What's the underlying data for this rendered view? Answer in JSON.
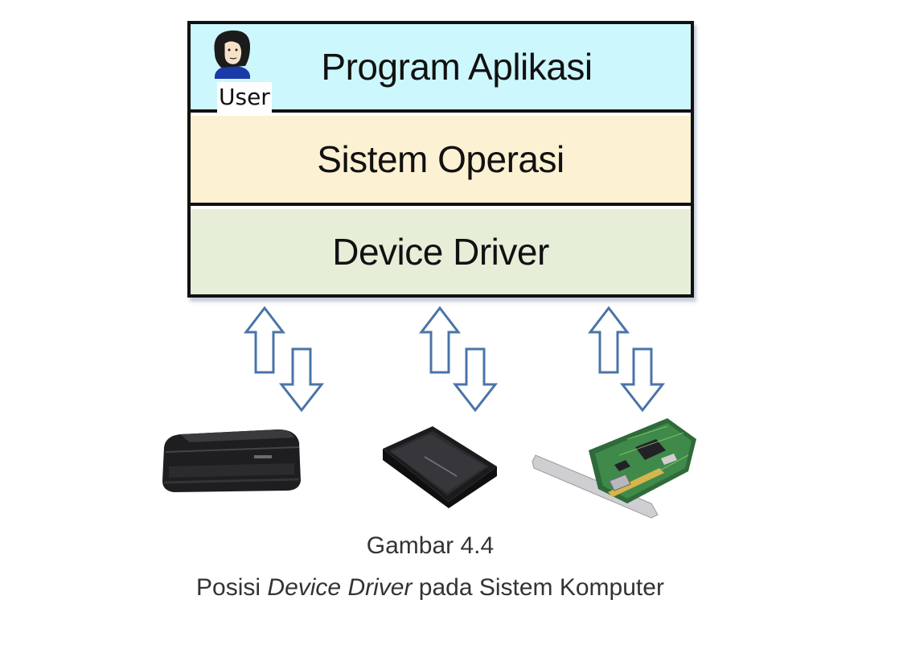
{
  "layers": {
    "app": "Program Aplikasi",
    "os": "Sistem Operasi",
    "driver": "Device Driver"
  },
  "user_label": "User",
  "devices": [
    "printer-icon",
    "scanner-icon",
    "network-card-icon"
  ],
  "caption": {
    "figure": "Gambar 4.4",
    "line_pre": "Posisi ",
    "line_em": "Device Driver",
    "line_post": " pada Sistem Komputer"
  },
  "colors": {
    "app_layer": "#ccf7fd",
    "os_layer": "#fdf1d3",
    "driver_layer": "#e6eed8",
    "arrow_stroke": "#4a74a8"
  }
}
